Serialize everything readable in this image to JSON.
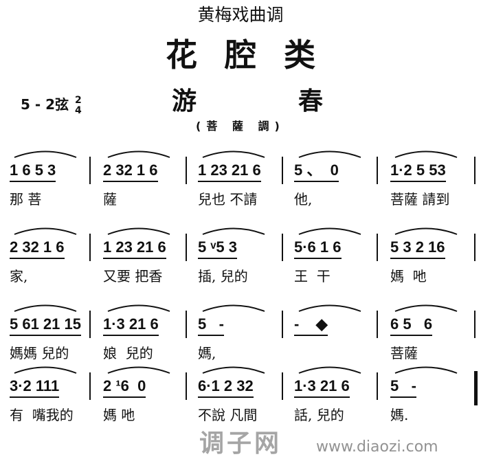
{
  "header": {
    "category": "黄梅戏曲调",
    "section": "花腔类",
    "key": "5 - 2弦",
    "time_sig": {
      "top": "2",
      "bottom": "4"
    },
    "title_chars": [
      "游",
      "春"
    ],
    "subtitle": "(菩 薩 調)"
  },
  "rows": [
    {
      "measures": [
        {
          "notes": "1 6 5 3",
          "lyrics": "那 菩"
        },
        {
          "notes": "2 32 1 6",
          "lyrics": "薩"
        },
        {
          "notes": "1 23 21 6",
          "lyrics": "兒也 不請"
        },
        {
          "notes": "5 、  0",
          "lyrics": "他,"
        },
        {
          "notes": "1·2 5 53",
          "lyrics": "菩薩 請到"
        }
      ]
    },
    {
      "measures": [
        {
          "notes": "2 32 1 6",
          "lyrics": "家,"
        },
        {
          "notes": "1 23 21 6",
          "lyrics": "又要 把香"
        },
        {
          "notes": "5 ᵛ5 3",
          "lyrics": "插, 兒的"
        },
        {
          "notes": "5·6 1 6",
          "lyrics": "王  干"
        },
        {
          "notes": "5 3 2 16",
          "lyrics": "媽  吔"
        }
      ]
    },
    {
      "measures": [
        {
          "notes": "5 61 21 15",
          "lyrics": "媽媽 兒的"
        },
        {
          "notes": "1·3 21 6",
          "lyrics": "娘  兒的"
        },
        {
          "notes": "5   -",
          "lyrics": "媽,"
        },
        {
          "notes": "-    ◆",
          "lyrics": ""
        },
        {
          "notes": "6 5   6",
          "lyrics": "菩薩"
        }
      ]
    },
    {
      "measures": [
        {
          "notes": "3·2 111",
          "lyrics": "有  嘴我的"
        },
        {
          "notes": "2 ¹6  0",
          "lyrics": "媽 吔"
        },
        {
          "notes": "6·1 2 32",
          "lyrics": "不說 凡間"
        },
        {
          "notes": "1·3 21 6",
          "lyrics": "話, 兒的"
        },
        {
          "notes": "5   -",
          "lyrics": "媽."
        }
      ]
    }
  ],
  "watermark": {
    "name": "调子网",
    "url": "www.diaozi.com"
  }
}
